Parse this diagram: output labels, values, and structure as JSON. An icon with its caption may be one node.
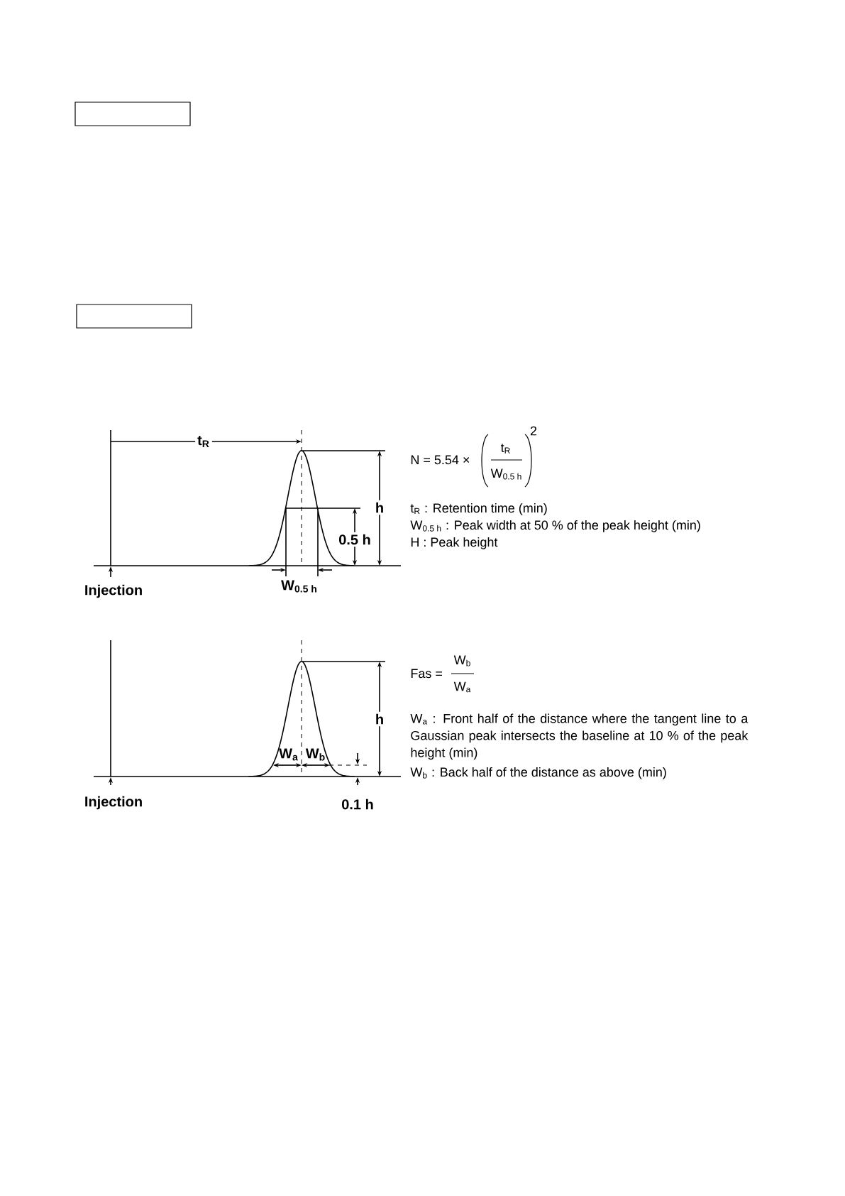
{
  "diagram": {
    "nodes": [
      {
        "text": [],
        "shape": "box"
      },
      {
        "text": [],
        "shape": "box"
      }
    ],
    "labels": [
      "t$_{R}$",
      "h",
      "0.5 h",
      "Injection",
      "W$_{0.5 h}$",
      "N = 5.54 ×",
      "t$_{R}$",
      "W$_{0.5 h}$",
      "2",
      "t$_{R}$ : Retention time (min)",
      "W$_{0.5 h}$ : Peak width at 50 % of the peak height (min)",
      "H : Peak height",
      "W$_{a}$",
      "W$_{b}$",
      "h",
      "Injection",
      "0.1 h",
      "Fas =",
      "W$_{b}$",
      "W$_{a}$",
      "W$_{a}$ : Front half of the distance where the tangent line to a Gaussian peak intersects the baseline at 10 % of the peak height (min)",
      "W$_{b}$ : Back half of the distance as above (min)"
    ]
  }
}
